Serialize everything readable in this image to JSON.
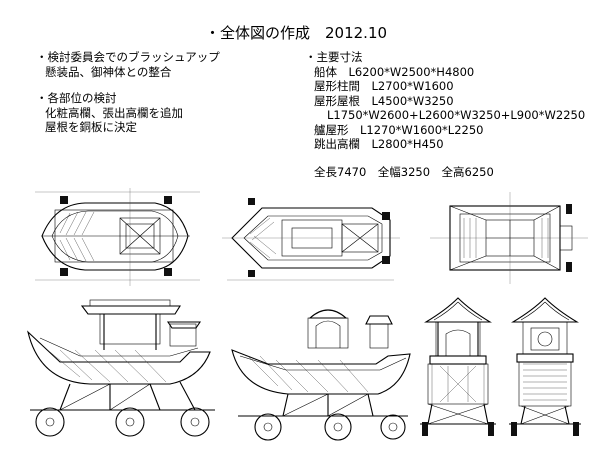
{
  "title": "・全体図の作成　2012.10",
  "left_notes": [
    {
      "heading": "・検討委員会でのブラッシュアップ",
      "lines": [
        "懸装品、御神体との整合"
      ]
    },
    {
      "heading": "・各部位の検討",
      "lines": [
        "化粧高欄、張出高欄を追加",
        "屋根を銅板に決定"
      ]
    }
  ],
  "right_notes": {
    "heading": "・主要寸法",
    "lines": [
      {
        "text": "船体　L6200*W2500*H4800",
        "indent": 1
      },
      {
        "text": "屋形柱間　L2700*W1600",
        "indent": 1
      },
      {
        "text": "屋形屋根　L4500*W3250",
        "indent": 1
      },
      {
        "text": "L1750*W2600+L2600*W3250+L900*W2250",
        "indent": 2
      },
      {
        "text": "艫屋形　L1270*W1600*L2250",
        "indent": 1
      },
      {
        "text": "跳出高欄　L2800*H450",
        "indent": 1
      }
    ],
    "totals": "全長7470　全幅3250　全高6250"
  },
  "drawings": {
    "top_row": [
      "plan-view-a",
      "plan-view-b",
      "plan-view-c"
    ],
    "bottom_row": [
      "side-elevation-a",
      "side-elevation-b",
      "front-elevation",
      "back-elevation"
    ]
  }
}
